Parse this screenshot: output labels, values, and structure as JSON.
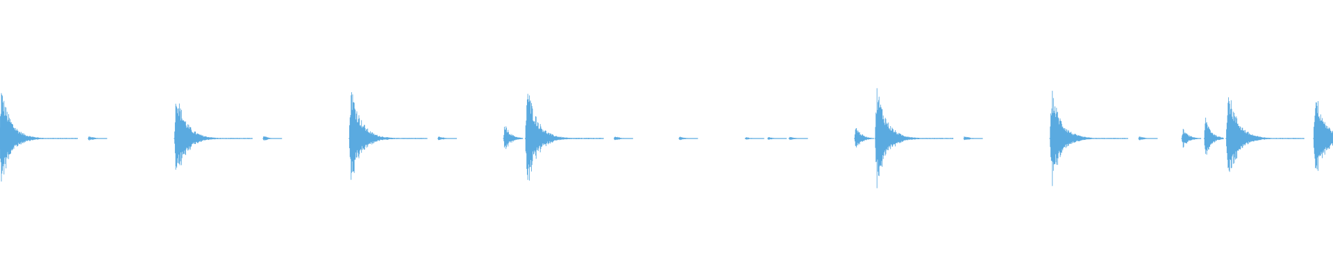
{
  "waveform": {
    "color": "#5aaae0",
    "background": "#ffffff",
    "hits": [
      {
        "t": 0.0,
        "amp": 0.92,
        "kind": "strong"
      },
      {
        "t": 0.066,
        "amp": 0.08,
        "kind": "tick"
      },
      {
        "t": 0.132,
        "amp": 0.89,
        "kind": "strong"
      },
      {
        "t": 0.198,
        "amp": 0.08,
        "kind": "tick"
      },
      {
        "t": 0.264,
        "amp": 0.98,
        "kind": "strong"
      },
      {
        "t": 0.33,
        "amp": 0.07,
        "kind": "tick"
      },
      {
        "t": 0.38,
        "amp": 0.28,
        "kind": "medium"
      },
      {
        "t": 0.397,
        "amp": 1.0,
        "kind": "strong"
      },
      {
        "t": 0.463,
        "amp": 0.08,
        "kind": "tick"
      },
      {
        "t": 0.512,
        "amp": 0.06,
        "kind": "tick"
      },
      {
        "t": 0.562,
        "amp": 0.05,
        "kind": "tick"
      },
      {
        "t": 0.579,
        "amp": 0.05,
        "kind": "tick"
      },
      {
        "t": 0.595,
        "amp": 0.06,
        "kind": "tick"
      },
      {
        "t": 0.645,
        "amp": 0.24,
        "kind": "medium"
      },
      {
        "t": 0.661,
        "amp": 0.96,
        "kind": "strong"
      },
      {
        "t": 0.727,
        "amp": 0.08,
        "kind": "tick"
      },
      {
        "t": 0.793,
        "amp": 0.9,
        "kind": "strong"
      },
      {
        "t": 0.859,
        "amp": 0.07,
        "kind": "tick"
      },
      {
        "t": 0.892,
        "amp": 0.18,
        "kind": "medium"
      },
      {
        "t": 0.909,
        "amp": 0.42,
        "kind": "medium"
      },
      {
        "t": 0.926,
        "amp": 0.94,
        "kind": "strong"
      },
      {
        "t": 0.992,
        "amp": 0.88,
        "kind": "strong"
      }
    ]
  }
}
